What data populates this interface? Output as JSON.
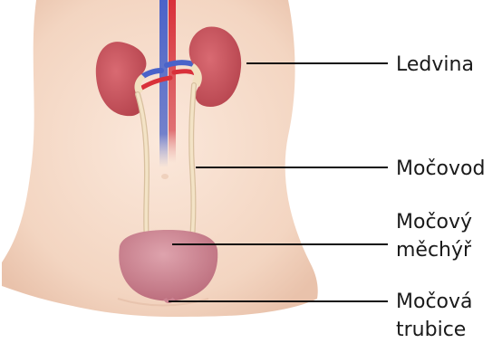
{
  "labels": {
    "kidney": "Ledvina",
    "ureter": "Močovod",
    "bladder_line1": "Močový",
    "bladder_line2": "měchýř",
    "urethra_line1": "Močová",
    "urethra_line2": "trubice"
  },
  "colors": {
    "skin": "#f6dccb",
    "kidney": "#c9565e",
    "vein": "#4a63c9",
    "artery": "#d9303a",
    "ureter": "#f3e3c6",
    "bladder": "#c9818f"
  }
}
